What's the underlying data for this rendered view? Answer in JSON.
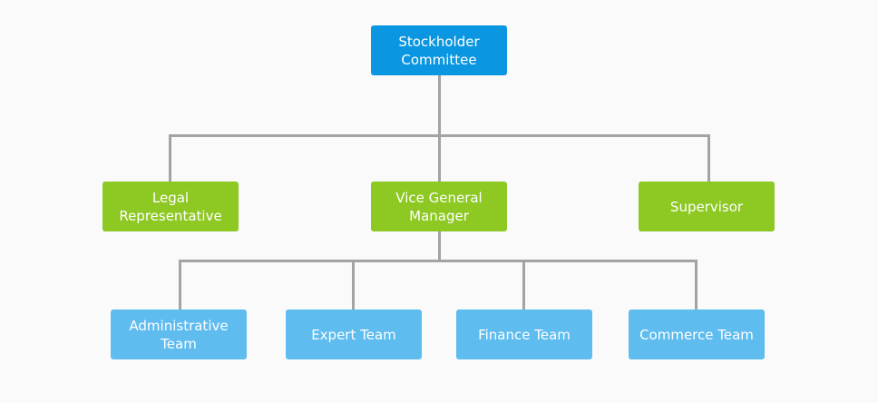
{
  "org_chart": {
    "top": {
      "label": "Stockholder\nCommittee"
    },
    "middle": {
      "legal": "Legal\nRepresentative",
      "vice_general_manager": "Vice General\nManager",
      "supervisor": "Supervisor"
    },
    "bottom": {
      "administrative": "Administrative\nTeam",
      "expert": "Expert Team",
      "finance": "Finance Team",
      "commerce": "Commerce Team"
    },
    "colors": {
      "top": "#0a96e0",
      "middle": "#8dc823",
      "bottom": "#5fbcef",
      "connector": "#a3a3a3",
      "background": "#fafafa"
    }
  }
}
